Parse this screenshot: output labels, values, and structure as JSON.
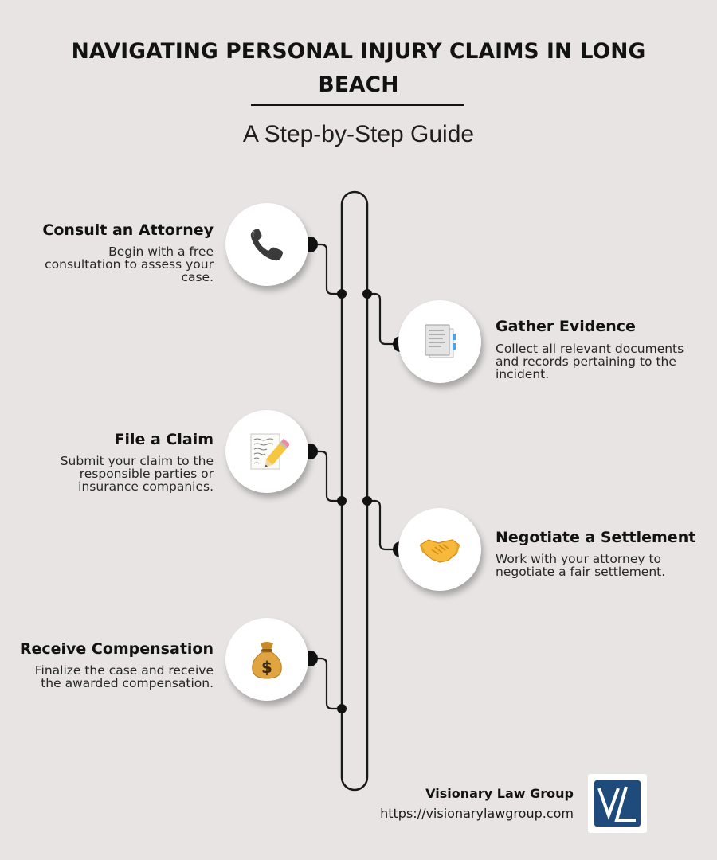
{
  "header": {
    "title": "NAVIGATING PERSONAL INJURY CLAIMS IN LONG BEACH",
    "subtitle": "A Step-by-Step Guide"
  },
  "steps": [
    {
      "title": "Consult an Attorney",
      "description": "Begin with a free consultation to assess your case.",
      "icon": "telephone-icon"
    },
    {
      "title": "Gather Evidence",
      "description": "Collect all relevant documents and records pertaining to the incident.",
      "icon": "documents-icon"
    },
    {
      "title": "File a Claim",
      "description": "Submit your claim to the responsible parties or insurance companies.",
      "icon": "memo-pencil-icon"
    },
    {
      "title": "Negotiate a Settlement",
      "description": "Work with your attorney to negotiate a fair settlement.",
      "icon": "handshake-icon"
    },
    {
      "title": "Receive Compensation",
      "description": "Finalize the case and receive the awarded compensation.",
      "icon": "money-bag-icon"
    }
  ],
  "footer": {
    "brand_name": "Visionary Law Group",
    "url": "https://visionarylawgroup.com"
  },
  "colors": {
    "background": "#e7e4e3",
    "text": "#121212",
    "logo_blue": "#1e4a7c"
  }
}
